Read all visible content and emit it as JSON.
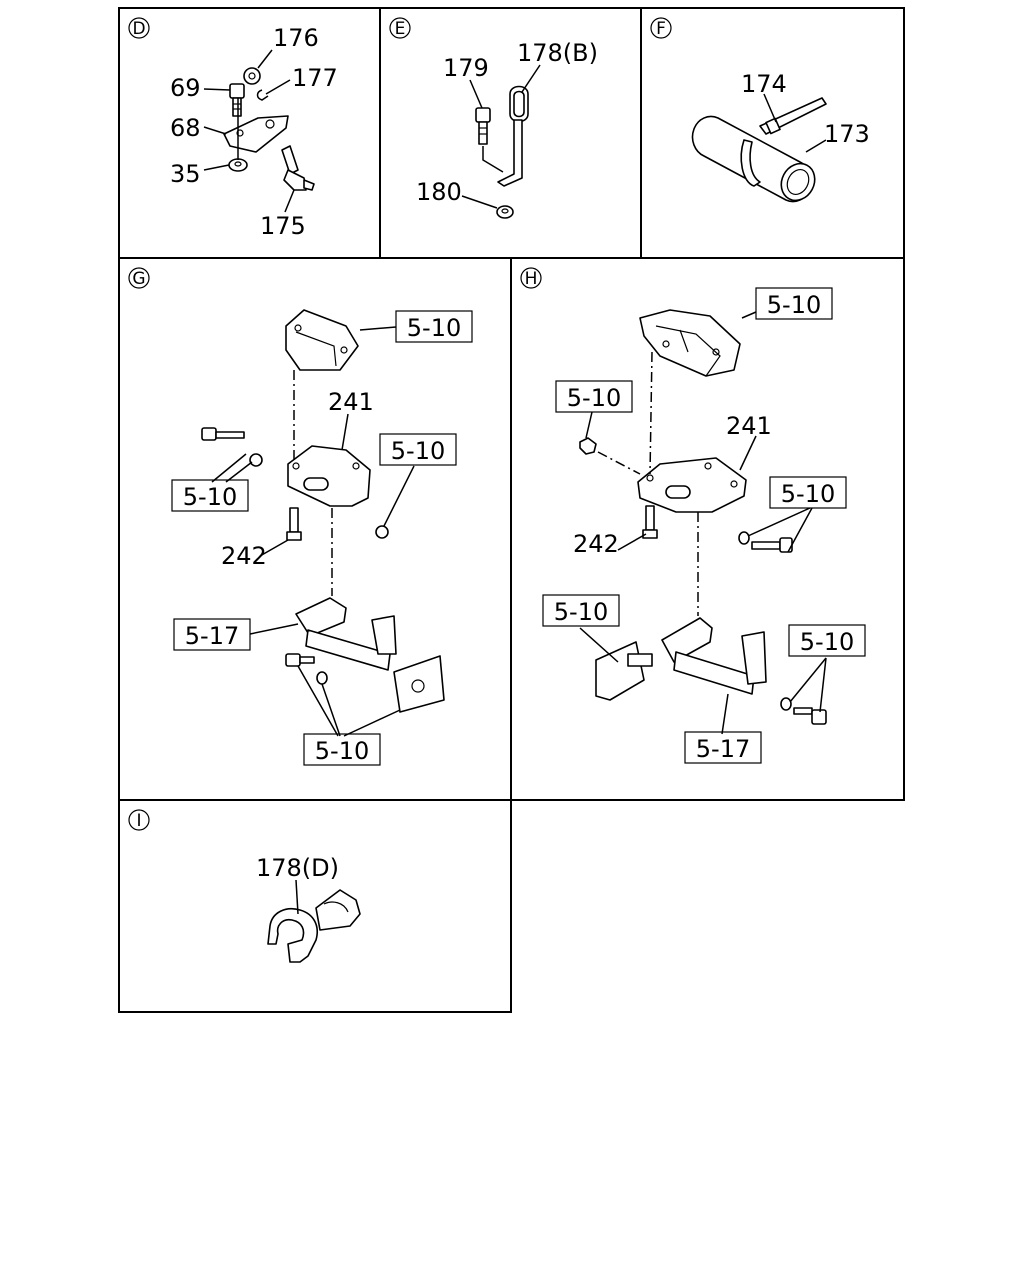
{
  "panels": {
    "d": {
      "letter": "D",
      "labels": {
        "p176": "176",
        "p177": "177",
        "p69": "69",
        "p68": "68",
        "p35": "35",
        "p175": "175"
      }
    },
    "e": {
      "letter": "E",
      "labels": {
        "p179": "179",
        "p178b": "178(B)",
        "p180": "180"
      }
    },
    "f": {
      "letter": "F",
      "labels": {
        "p174": "174",
        "p173": "173"
      }
    },
    "g": {
      "letter": "G",
      "labels": {
        "box1": "5-10",
        "p241": "241",
        "box2": "5-10",
        "box3": "5-10",
        "p242": "242",
        "box4": "5-17",
        "box5": "5-10"
      }
    },
    "h": {
      "letter": "H",
      "labels": {
        "box1": "5-10",
        "box2": "5-10",
        "p241": "241",
        "box3": "5-10",
        "p242": "242",
        "box4": "5-10",
        "box5": "5-10",
        "box6": "5-17"
      }
    },
    "i": {
      "letter": "I",
      "labels": {
        "p178d": "178(D)"
      }
    }
  }
}
